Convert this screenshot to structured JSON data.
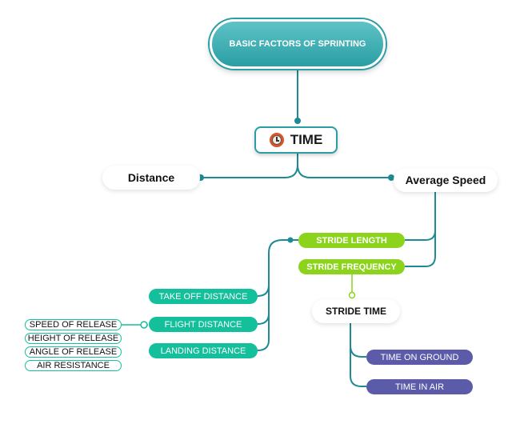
{
  "root": {
    "label": "BASIC FACTORS OF SPRINTING"
  },
  "time": {
    "label": "TIME",
    "icon": "clock-icon"
  },
  "distance": {
    "label": "Distance"
  },
  "average_speed": {
    "label": "Average Speed"
  },
  "stride": {
    "length": "STRIDE LENGTH",
    "frequency": "STRIDE FREQUENCY",
    "time": "STRIDE TIME",
    "time_on_ground": "TIME ON GROUND",
    "time_in_air": "TIME IN AIR"
  },
  "distances": {
    "take_off": "TAKE OFF DISTANCE",
    "flight": "FLIGHT DISTANCE",
    "landing": "LANDING DISTANCE"
  },
  "release_factors": [
    "SPEED OF RELEASE",
    "HEIGHT OF RELEASE",
    "ANGLE OF RELEASE",
    "AIR RESISTANCE"
  ],
  "colors": {
    "connector": "#1e8a93",
    "lime": "#8cd41c",
    "teal": "#14bf9b",
    "purple": "#5b5baa"
  }
}
